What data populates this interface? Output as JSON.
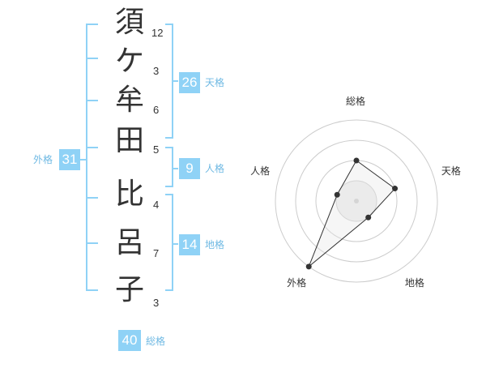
{
  "name": {
    "chars": [
      "須",
      "ケ",
      "牟",
      "田",
      "比",
      "呂",
      "子"
    ],
    "strokes": [
      "12",
      "3",
      "6",
      "5",
      "4",
      "7",
      "3"
    ]
  },
  "fortunes": {
    "tenkaku": {
      "value": "26",
      "label": "天格"
    },
    "jinkaku": {
      "value": "9",
      "label": "人格"
    },
    "chikaku": {
      "value": "14",
      "label": "地格"
    },
    "gaikaku": {
      "value": "31",
      "label": "外格"
    },
    "soukaku": {
      "value": "40",
      "label": "総格"
    }
  },
  "accent_color": "#8fd2f6",
  "chart_data": {
    "type": "radar",
    "axes": [
      "総格",
      "天格",
      "地格",
      "外格",
      "人格"
    ],
    "rings": 4,
    "values": [
      2,
      2,
      1,
      4,
      1
    ],
    "max": 4
  }
}
